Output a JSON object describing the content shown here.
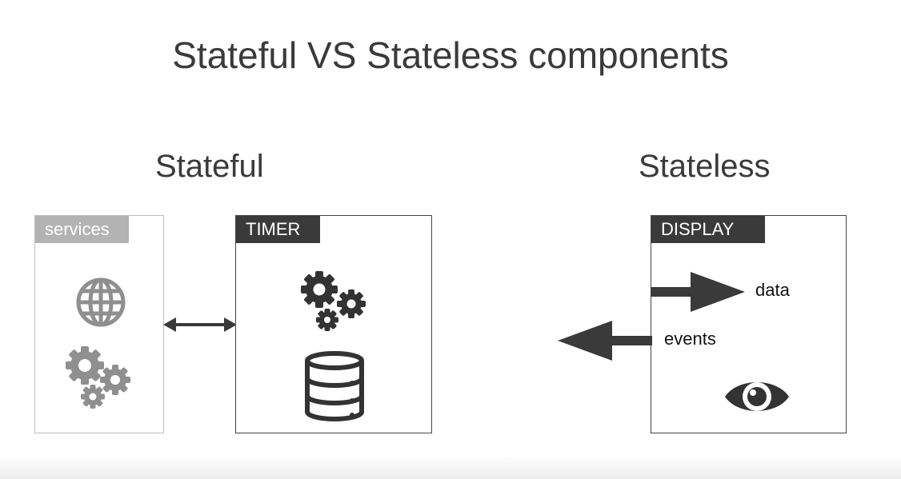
{
  "title": "Stateful VS Stateless components",
  "stateful": {
    "heading": "Stateful",
    "services_box": {
      "label": "services"
    },
    "timer_box": {
      "label": "TIMER"
    }
  },
  "stateless": {
    "heading": "Stateless",
    "display_box": {
      "label": "DISPLAY",
      "data_label": "data",
      "events_label": "events"
    }
  },
  "colors": {
    "services_label_bg": "#b3b3b3",
    "services_border": "#bdbdbd",
    "services_icon": "#8f8f8f",
    "dark_label_bg": "#3a3a3a",
    "dark_border": "#444444",
    "dark_icon": "#333333",
    "arrow": "#3a3a3a"
  }
}
